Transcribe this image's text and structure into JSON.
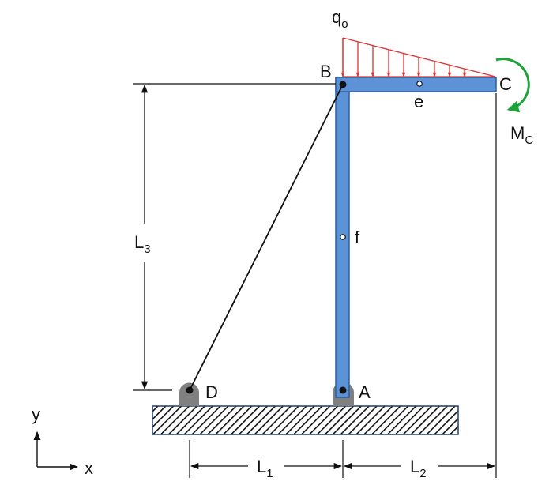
{
  "labels": {
    "q0_main": "q",
    "q0_sub": "o",
    "point_B": "B",
    "point_C": "C",
    "point_A": "A",
    "point_D": "D",
    "point_e": "e",
    "point_f": "f",
    "moment_main": "M",
    "moment_sub": "C",
    "L1_main": "L",
    "L1_sub": "1",
    "L2_main": "L",
    "L2_sub": "2",
    "L3_main": "L",
    "L3_sub": "3",
    "axis_x": "x",
    "axis_y": "y"
  },
  "colors": {
    "member_fill": "#5b93d6",
    "member_stroke": "#2e5f9c",
    "load": "#e03030",
    "moment": "#1ea33a",
    "support": "#808080",
    "ground_stroke": "#1f3d66"
  }
}
